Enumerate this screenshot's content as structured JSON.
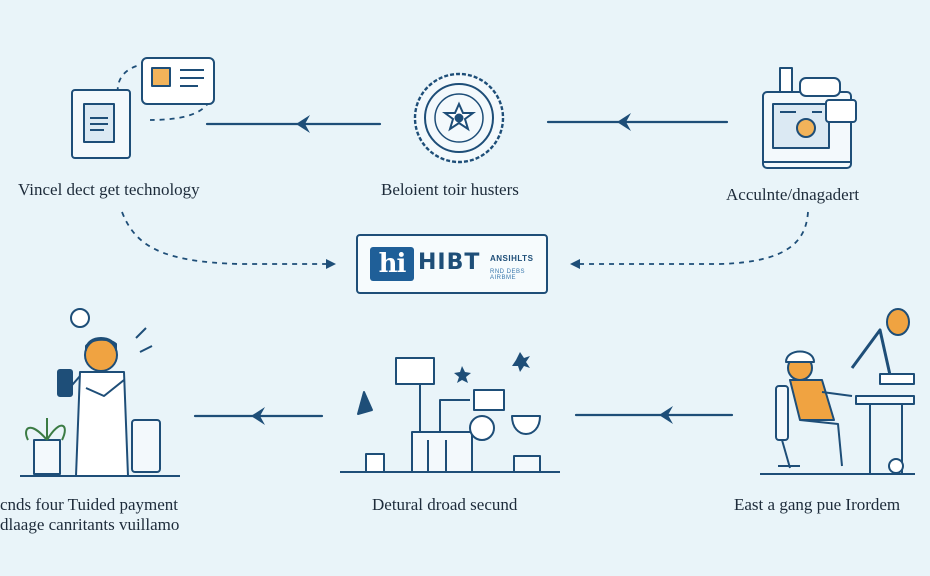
{
  "nodes": {
    "top_left": {
      "label": "Vincel dect get technology"
    },
    "top_center": {
      "label": "Beloient toir husters"
    },
    "top_right": {
      "label": "Acculnte/dnagadert"
    },
    "bottom_left": {
      "label_line1": "cnds four Tuided payment",
      "label_line2": "dlaage canritants vuillamo"
    },
    "bottom_center": {
      "label": "Detural droad secund"
    },
    "bottom_right": {
      "label": "East a gang pue Irordem"
    }
  },
  "hub": {
    "logo_mark": "hi",
    "logo_word": "HIBT",
    "logo_sub1": "ANSIHLTS",
    "logo_sub2": "RND DEBS AIRBME"
  },
  "colors": {
    "background": "#e9f4f9",
    "line": "#1e4e78",
    "accent_blue": "#1f5f98",
    "accent_orange": "#f0a341"
  },
  "icons": {
    "top_left": "document-card-icon",
    "top_center": "gear-badge-icon",
    "top_right": "machine-console-icon",
    "bottom_left": "person-phone-illustration",
    "bottom_center": "workshop-tools-illustration",
    "bottom_right": "engineer-robotic-arm-illustration"
  }
}
